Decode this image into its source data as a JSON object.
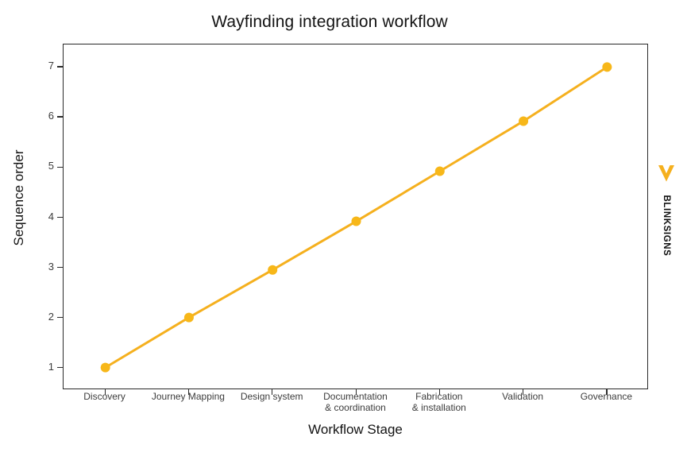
{
  "chart_data": {
    "type": "line",
    "title": "Wayfinding integration workflow",
    "xlabel": "Workflow Stage",
    "ylabel": "Sequence order",
    "categories": [
      "Discovery",
      "Journey Mapping",
      "Design system",
      "Documentation\n& coordination",
      "Fabrication\n& installation",
      "Validation",
      "Governance"
    ],
    "category_lines": [
      [
        "Discovery"
      ],
      [
        "Journey Mapping"
      ],
      [
        "Design system"
      ],
      [
        "Documentation",
        "& coordination"
      ],
      [
        "Fabrication",
        "& installation"
      ],
      [
        "Validation"
      ],
      [
        "Governance"
      ]
    ],
    "values": [
      1.0,
      2.0,
      2.95,
      3.92,
      4.92,
      5.92,
      7.0
    ],
    "ylim": [
      0.55,
      7.45
    ],
    "yticks": [
      1,
      2,
      3,
      4,
      5,
      6,
      7
    ],
    "ytick_labels": [
      "1",
      "2",
      "3",
      "4",
      "5",
      "6",
      "7"
    ],
    "grid": false,
    "legend": "none",
    "series": [
      {
        "name": "Sequence order",
        "values": [
          1.0,
          2.0,
          2.95,
          3.92,
          4.92,
          5.92,
          7.0
        ]
      }
    ],
    "colors": {
      "line": "#F5B01E",
      "marker": "#F7B719",
      "axis": "#2a2a2a",
      "text": "#131313",
      "tick_text": "#3c3c3c",
      "background": "#ffffff"
    },
    "marker_radius": 6,
    "line_width": 3
  },
  "watermark": {
    "brand": "BLINKSIGNS",
    "logo_icon": "chevron-down-icon",
    "logo_color": "#F5B01E"
  }
}
